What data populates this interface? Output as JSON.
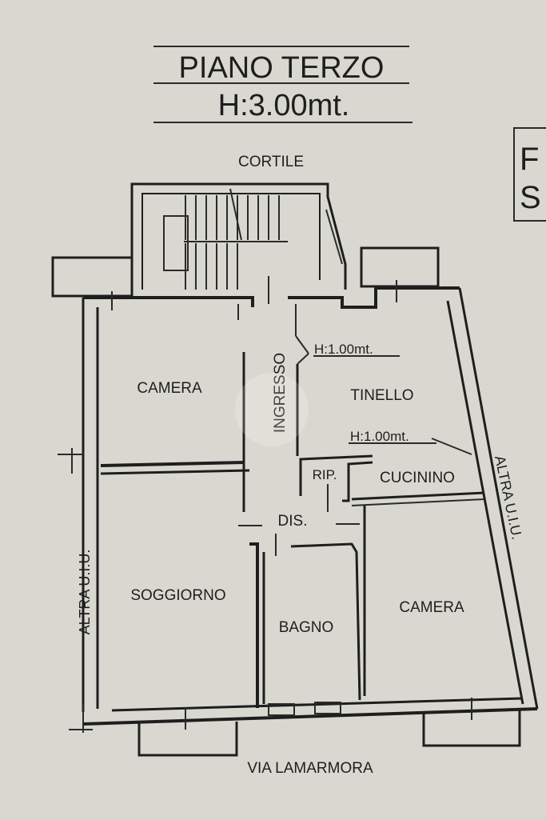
{
  "header": {
    "title": "PIANO TERZO",
    "height": "H:3.00mt.",
    "side_fragment_1": "F",
    "side_fragment_2": "S"
  },
  "labels": {
    "courtyard": "CORTILE",
    "entrance": "INGRESSO",
    "room_camera_1": "CAMERA",
    "room_tinello": "TINELLO",
    "height_note_1": "H:1.00mt.",
    "height_note_2": "H:1.00mt.",
    "storage": "RIP.",
    "kitchenette": "CUCININO",
    "hall": "DIS.",
    "living_room": "SOGGIORNO",
    "bathroom": "BAGNO",
    "room_camera_2": "CAMERA",
    "other_unit_left": "ALTRA U.I.U.",
    "other_unit_right": "ALTRA U.I.U.",
    "street": "VIA LAMARMORA"
  },
  "colors": {
    "paper": "#d9d8d0",
    "ink": "#1e1e1e"
  }
}
